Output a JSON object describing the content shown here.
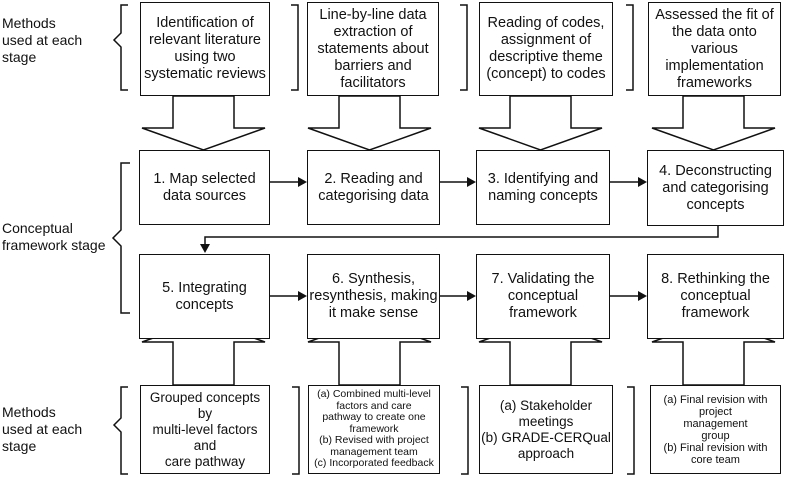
{
  "labels": {
    "methods_top": "Methods\nused at each\nstage",
    "conceptual": "Conceptual\nframework stage",
    "methods_bottom": "Methods\nused at each\nstage"
  },
  "methods_top": [
    "Identification of\nrelevant literature\nusing two\nsystematic reviews",
    "Line-by-line data\nextraction of\nstatements about\nbarriers and\nfacilitators",
    "Reading of codes,\nassignment of\ndescriptive theme\n(concept) to codes",
    "Assessed the fit of\nthe data onto\nvarious\nimplementation\nframeworks"
  ],
  "stages_row1": [
    "1. Map selected\ndata sources",
    "2. Reading and\ncategorising data",
    "3. Identifying and\nnaming concepts",
    "4. Deconstructing\nand categorising\nconcepts"
  ],
  "stages_row2": [
    "5. Integrating\nconcepts",
    "6. Synthesis,\nresynthesis, making\nit make sense",
    "7. Validating the\nconceptual\nframework",
    "8. Rethinking the\nconceptual\nframework"
  ],
  "methods_bottom": [
    "Grouped concepts by\nmulti-level factors and\ncare pathway",
    "(a) Combined multi-level\nfactors and care\npathway to create one\nframework\n(b) Revised with project\nmanagement team\n(c) Incorporated feedback",
    "(a) Stakeholder\nmeetings\n(b) GRADE-CERQual\napproach",
    "(a) Final revision with\nproject\nmanagement\ngroup\n(b) Final revision with\ncore team"
  ]
}
